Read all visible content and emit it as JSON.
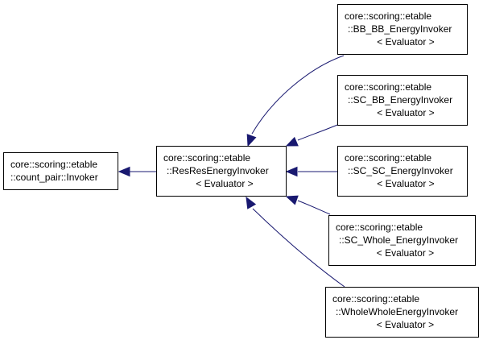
{
  "diagram": {
    "nodes": {
      "base": {
        "lines": [
          "core::scoring::etable",
          "::count_pair::Invoker"
        ]
      },
      "resres": {
        "lines": [
          "core::scoring::etable",
          "::ResResEnergyInvoker",
          "< Evaluator >"
        ]
      },
      "bbbb": {
        "lines": [
          "core::scoring::etable",
          "::BB_BB_EnergyInvoker",
          "< Evaluator >"
        ]
      },
      "scbb": {
        "lines": [
          "core::scoring::etable",
          "::SC_BB_EnergyInvoker",
          "< Evaluator >"
        ]
      },
      "scsc": {
        "lines": [
          "core::scoring::etable",
          "::SC_SC_EnergyInvoker",
          "< Evaluator >"
        ]
      },
      "scwh": {
        "lines": [
          "core::scoring::etable",
          "::SC_Whole_EnergyInvoker",
          "< Evaluator >"
        ]
      },
      "whwh": {
        "lines": [
          "core::scoring::etable",
          "::WholeWholeEnergyInvoker",
          "< Evaluator >"
        ]
      }
    },
    "edges": [
      {
        "from": "resres",
        "to": "base"
      },
      {
        "from": "bbbb",
        "to": "resres"
      },
      {
        "from": "scbb",
        "to": "resres"
      },
      {
        "from": "scsc",
        "to": "resres"
      },
      {
        "from": "scwh",
        "to": "resres"
      },
      {
        "from": "whwh",
        "to": "resres"
      }
    ],
    "colors": {
      "edge": "#191970",
      "border": "#000000",
      "background": "#ffffff",
      "text": "#000000"
    }
  }
}
